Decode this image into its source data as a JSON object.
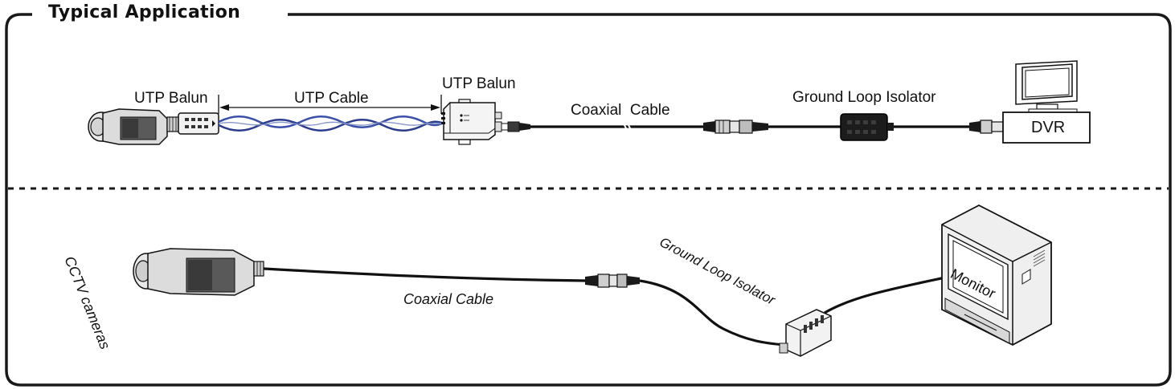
{
  "title": "Typical Application",
  "top": {
    "utp_balun_left": "UTP Balun",
    "utp_cable": "UTP Cable",
    "utp_balun_right": "UTP Balun",
    "coaxial_cable": "Coaxial  Cable",
    "ground_loop_isolator": "Ground Loop Isolator",
    "dvr": "DVR"
  },
  "bottom": {
    "cctv_cameras": "CCTV cameras",
    "coaxial_cable": "Coaxial Cable",
    "ground_loop_isolator": "Ground Loop Isolator",
    "monitor": "Monitor"
  },
  "colors": {
    "line": "#111111",
    "utp_twisted_pair": "#3a4fa8",
    "frame": "#1a1a1a"
  }
}
